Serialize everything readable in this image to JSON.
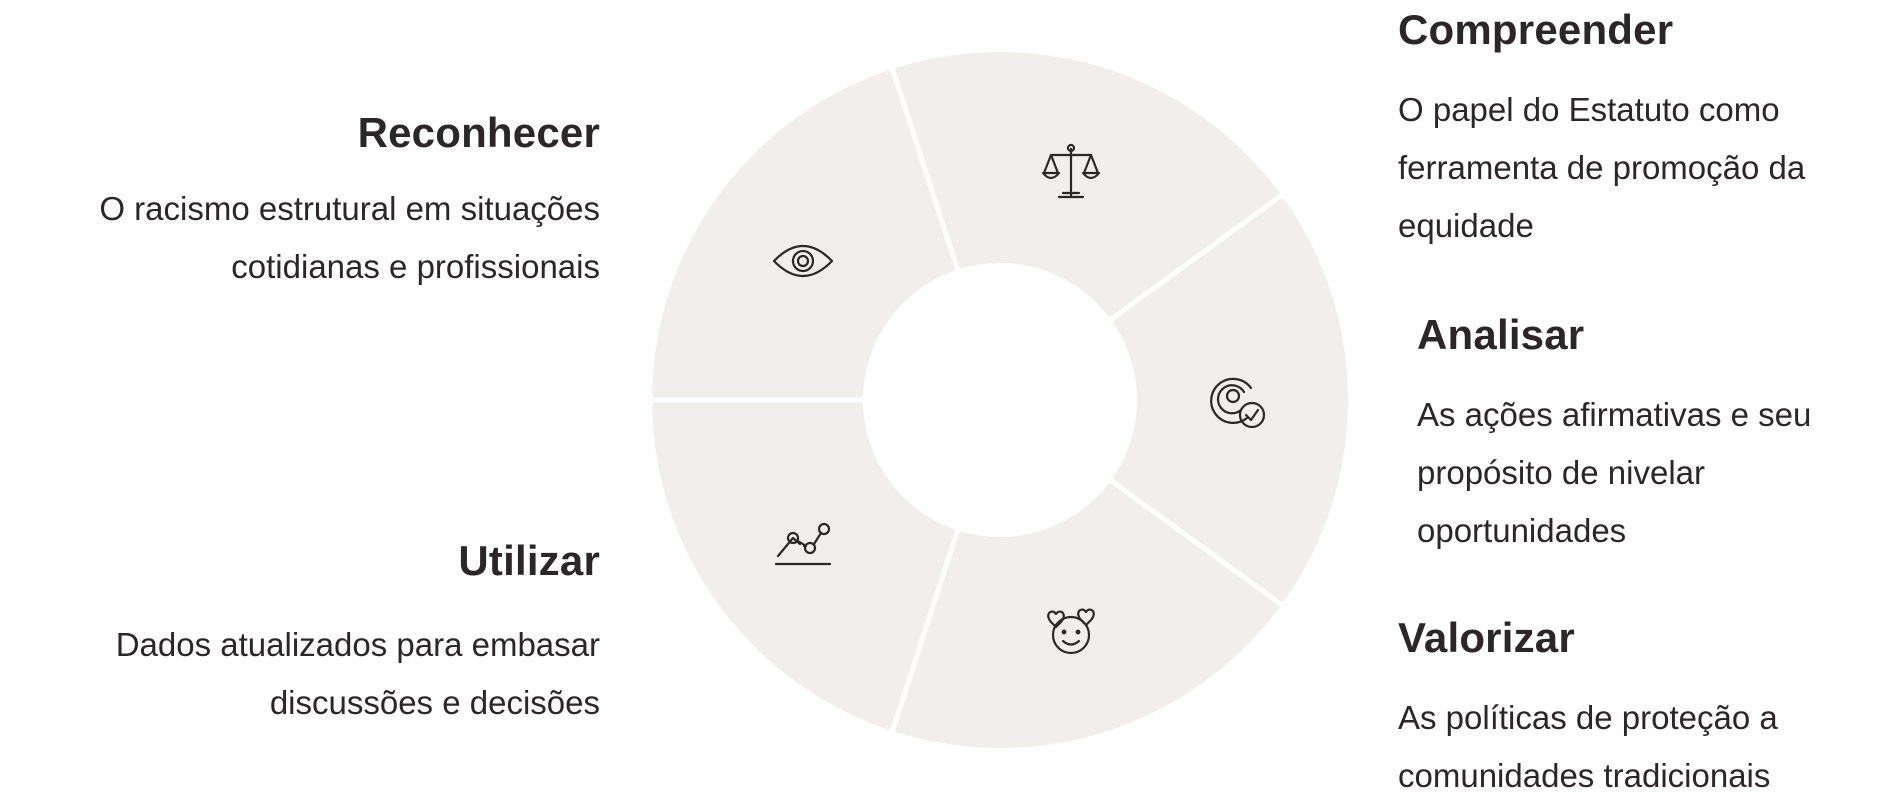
{
  "colors": {
    "segment_fill": "#f1eeed",
    "text": "#2b2728",
    "background": "#ffffff"
  },
  "wheel": {
    "segments": [
      {
        "id": "compreender",
        "icon": "scales-icon"
      },
      {
        "id": "analisar",
        "icon": "target-check-icon"
      },
      {
        "id": "valorizar",
        "icon": "smiley-hearts-icon"
      },
      {
        "id": "utilizar",
        "icon": "chart-line-icon"
      },
      {
        "id": "reconhecer",
        "icon": "eye-icon"
      }
    ]
  },
  "items": {
    "reconhecer": {
      "title": "Reconhecer",
      "line1": "O racismo estrutural em situações",
      "line2": "cotidianas e profissionais"
    },
    "utilizar": {
      "title": "Utilizar",
      "line1": "Dados atualizados para embasar",
      "line2": "discussões e decisões"
    },
    "compreender": {
      "title": "Compreender",
      "line1": "O papel do Estatuto como",
      "line2": "ferramenta de promoção da",
      "line3": "equidade"
    },
    "analisar": {
      "title": "Analisar",
      "line1": "As ações afirmativas e seu",
      "line2": "propósito de nivelar",
      "line3": "oportunidades"
    },
    "valorizar": {
      "title": "Valorizar",
      "line1": "As políticas de proteção a",
      "line2": "comunidades tradicionais"
    }
  }
}
